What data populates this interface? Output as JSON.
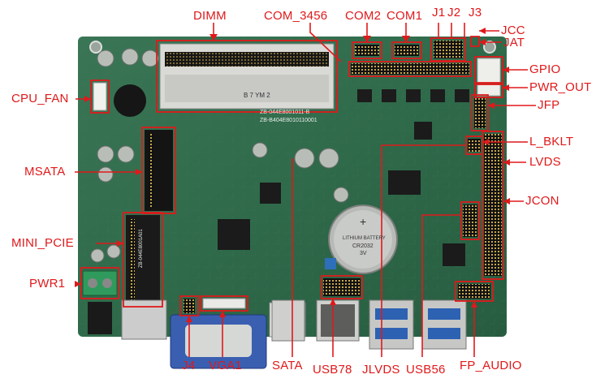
{
  "diagram": {
    "colors": {
      "board": "#2f6a4a",
      "board_dark": "#1f4c33",
      "label": "#e0191b",
      "silk": "#e9eee9"
    },
    "labels": {
      "dimm": "DIMM",
      "com_3456": "COM_3456",
      "com2": "COM2",
      "com1": "COM1",
      "j1": "J1",
      "j2": "J2",
      "j3": "J3",
      "jcc": "JCC",
      "jat": "JAT",
      "gpio": "GPIO",
      "pwr_out": "PWR_OUT",
      "jfp": "JFP",
      "cpu_fan": "CPU_FAN",
      "msata": "MSATA",
      "l_bklt": "L_BKLT",
      "lvds": "LVDS",
      "jcon": "JCON",
      "mini_pcie": "MINI_PCIE",
      "pwr1": "PWR1",
      "j4": "J4",
      "vga1": "VGA1",
      "sata": "SATA",
      "usb78": "USB78",
      "jlvds": "JLVDS",
      "usb56": "USB56",
      "fp_audio": "FP_AUDIO"
    },
    "silkscreen": {
      "dimm_text": "B 7 YM 2",
      "part_no": "ZB-044E8001011-B",
      "serial": "ZB-B404E8010110001",
      "battery_line1": "+",
      "battery_line2": "LITHIUM BATTERY",
      "battery_line3": "CR2032",
      "battery_line4": "3V",
      "minipcie_text": "ZB-044E8001A01"
    }
  }
}
